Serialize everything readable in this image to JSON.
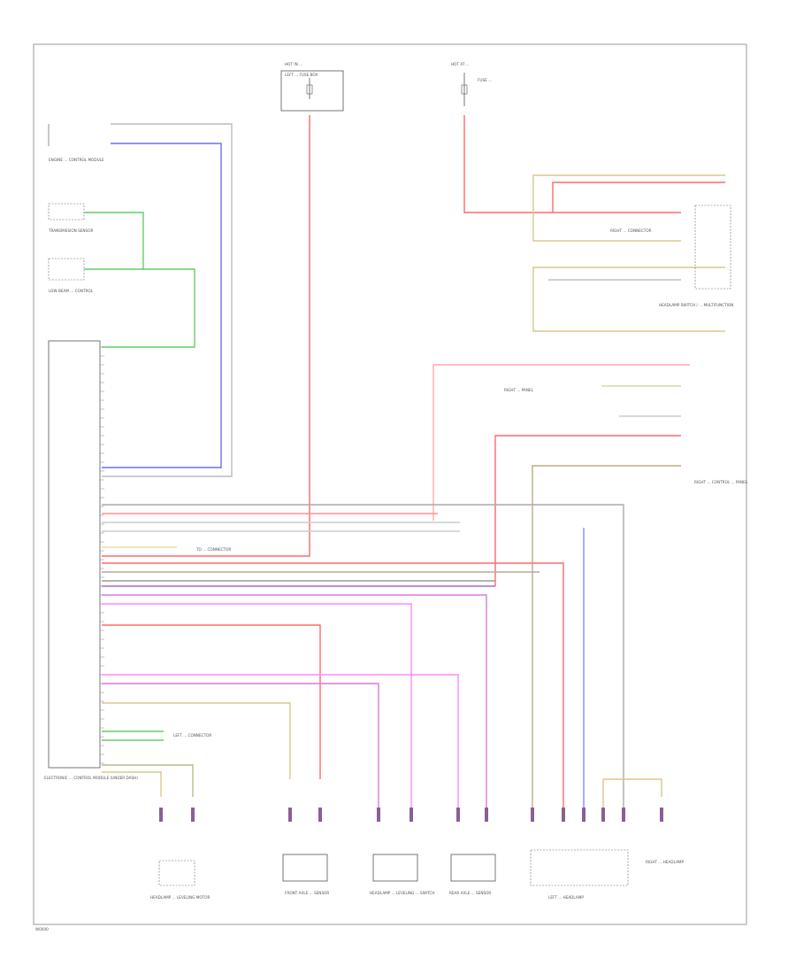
{
  "diagram": {
    "corner_code": "W0000",
    "labels": {
      "hot_at_all_times_fuse": "HOT IN ... ",
      "fuse_block": "LEFT ... FUSE BOX",
      "hot_right": "HOT AT ...",
      "fuse_right": "FUSE ...",
      "left_module": "ENGINE ... CONTROL MODULE",
      "transmission_sensor": "TRANSMISSION SENSOR",
      "low_beam_unit": "LOW BEAM ... CONTROL",
      "main_ecu": "ELECTRONIC ... CONTROL MODULE (UNDER DASH)",
      "ground_right_top": "RIGHT ... CONNECTOR",
      "switch_right": "HEADLAMP SWITCH / ... MULTIFUNCTION",
      "right_control_panel": "RIGHT ... CONTROL ... PANEL",
      "mid_ground": "RIGHT ... PANEL",
      "mid_ref": "TO ... CONNECTOR",
      "lower_ref": "LEFT ... CONNECTOR",
      "comp_1": "HEADLAMP ... LEVELING MOTOR",
      "comp_2": "FRONT AXLE ... SENSOR",
      "comp_3": "HEADLAMP ... LEVELING ... SWITCH",
      "comp_4": "REAR AXLE ... SENSOR",
      "comp_5": "LEFT ... HEADLAMP",
      "comp_6": "RIGHT ... HEADLAMP"
    }
  }
}
